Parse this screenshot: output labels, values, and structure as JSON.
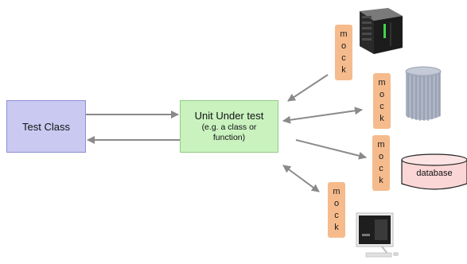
{
  "test_class": {
    "label": "Test Class"
  },
  "unit_under_test": {
    "title": "Unit Under test",
    "subtitle": "(e.g. a class or function)"
  },
  "mock_label": "mock",
  "mocks": [
    {
      "letters": [
        "m",
        "o",
        "c",
        "k"
      ],
      "target_icon": "server-rack-icon"
    },
    {
      "letters": [
        "m",
        "o",
        "c",
        "k"
      ],
      "target_icon": "server-cluster-icon"
    },
    {
      "letters": [
        "m",
        "o",
        "c",
        "k"
      ],
      "target_icon": "database-icon"
    },
    {
      "letters": [
        "m",
        "o",
        "c",
        "k"
      ],
      "target_icon": "desktop-computer-icon"
    }
  ],
  "database": {
    "label": "database"
  },
  "colors": {
    "test_class_fill": "#c9c9f2",
    "unit_fill": "#c9f2bf",
    "mock_fill": "#f6bb8c",
    "database_fill": "#fbd6d6",
    "arrow": "#8a8a8a"
  }
}
